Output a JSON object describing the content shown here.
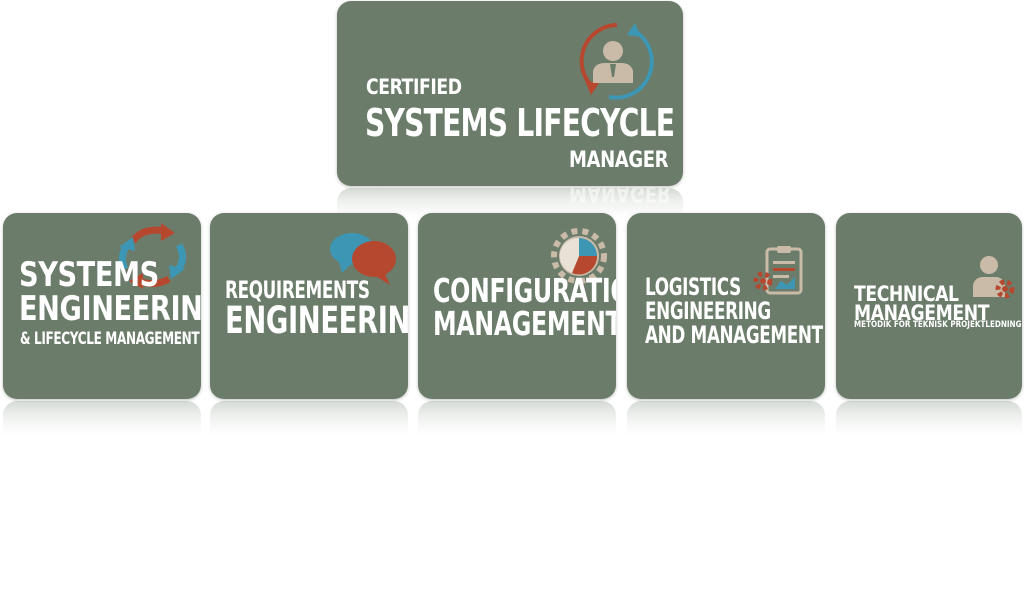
{
  "main_card": {
    "line1": "CERTIFIED",
    "line2": "SYSTEMS LIFECYCLE",
    "line3": "MANAGER",
    "icon": "person-cycle-icon"
  },
  "cards": [
    {
      "line1": "SYSTEMS",
      "line2": "ENGINEERING",
      "line3": "& LIFECYCLE MANAGEMENT",
      "icon": "cycle-arrows-icon"
    },
    {
      "line1": "REQUIREMENTS",
      "line2": "ENGINEERING",
      "icon": "speech-bubbles-icon"
    },
    {
      "line1": "CONFIGURATION",
      "line2": "MANAGEMENT",
      "icon": "gear-pie-icon"
    },
    {
      "line1": "LOGISTICS",
      "line2": "ENGINEERING",
      "line3": "AND MANAGEMENT",
      "icon": "clipboard-gear-icon"
    },
    {
      "line1": "TECHNICAL",
      "line2": "MANAGEMENT",
      "line3": "METODIK FÖR TEKNISK PROJEKTLEDNING",
      "icon": "person-gear-icon"
    }
  ],
  "colors": {
    "card": "#6b7d6a",
    "accent_red": "#b5482e",
    "accent_blue": "#3d96b3",
    "icon_beige": "#c9bba8"
  }
}
